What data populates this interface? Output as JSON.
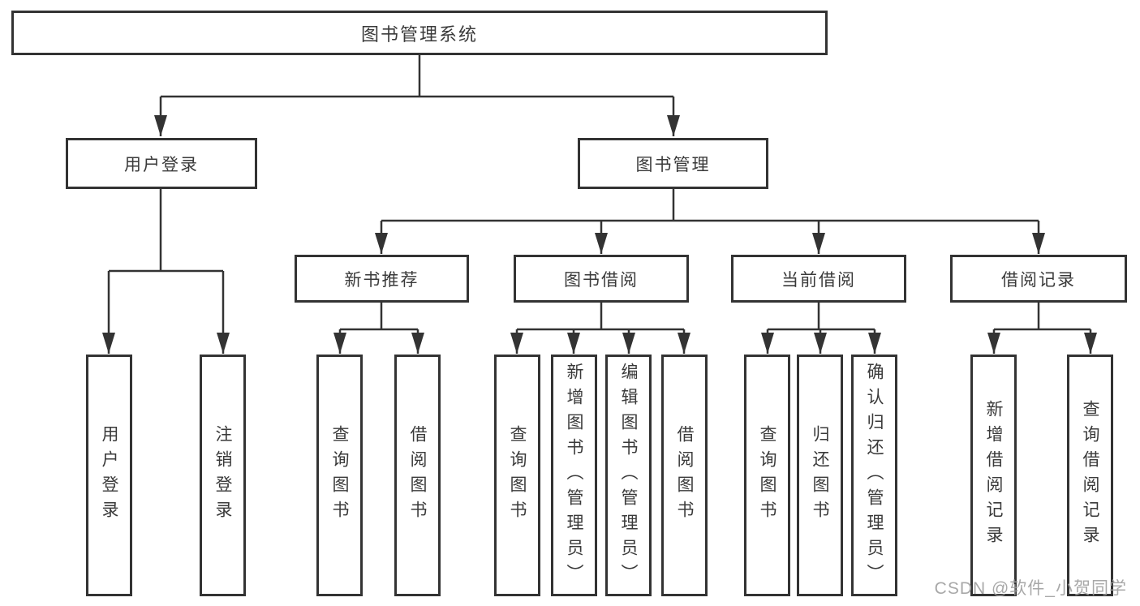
{
  "diagram": {
    "root": {
      "label": "图书管理系统"
    },
    "level2": [
      {
        "id": "user-login",
        "label": "用户登录"
      },
      {
        "id": "book-management",
        "label": "图书管理"
      }
    ],
    "level3": [
      {
        "id": "new-book-recommend",
        "label": "新书推荐",
        "parent": "图书管理"
      },
      {
        "id": "book-borrowing",
        "label": "图书借阅",
        "parent": "图书管理"
      },
      {
        "id": "current-borrowing",
        "label": "当前借阅",
        "parent": "图书管理"
      },
      {
        "id": "borrowing-records",
        "label": "借阅记录",
        "parent": "图书管理"
      }
    ],
    "leaves": [
      {
        "label": "用户登录",
        "parent": "用户登录"
      },
      {
        "label": "注销登录",
        "parent": "用户登录"
      },
      {
        "label": "查询图书",
        "parent": "新书推荐"
      },
      {
        "label": "借阅图书",
        "parent": "新书推荐"
      },
      {
        "label": "查询图书",
        "parent": "图书借阅"
      },
      {
        "label": "新增图书（管理员）",
        "parent": "图书借阅"
      },
      {
        "label": "编辑图书（管理员）",
        "parent": "图书借阅"
      },
      {
        "label": "借阅图书",
        "parent": "图书借阅"
      },
      {
        "label": "查询图书",
        "parent": "当前借阅"
      },
      {
        "label": "归还图书",
        "parent": "当前借阅"
      },
      {
        "label": "确认归还（管理员）",
        "parent": "当前借阅"
      },
      {
        "label": "新增借阅记录",
        "parent": "借阅记录"
      },
      {
        "label": "查询借阅记录",
        "parent": "借阅记录"
      }
    ]
  },
  "watermark": {
    "text": "CSDN @软件_小贺同学"
  },
  "colors": {
    "line": "#333333",
    "box_border": "#333333",
    "box_bg": "#ffffff",
    "text": "#3a3a3a",
    "watermark": "#9e9e9e"
  }
}
